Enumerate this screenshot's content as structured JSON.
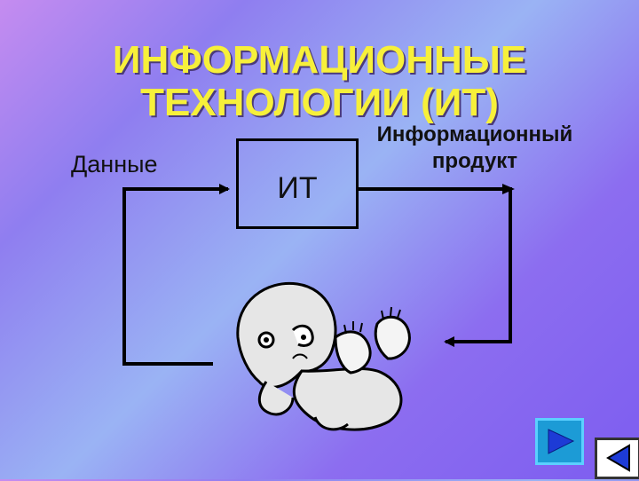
{
  "slide": {
    "title_line1": "ИНФОРМАЦИОННЫЕ",
    "title_line2": "ТЕХНОЛОГИИ (ИТ)"
  },
  "diagram": {
    "input_label": "Данные",
    "process_label": "ИТ",
    "output_label_line1": "Информационный",
    "output_label_line2": "продукт"
  },
  "nav": {
    "next_icon": "play-next-icon",
    "back_icon": "return-back-icon"
  }
}
